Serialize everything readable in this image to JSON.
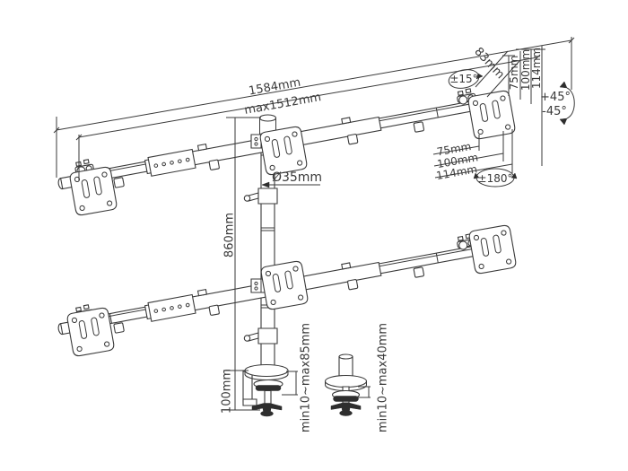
{
  "colors": {
    "line": "#3a3a3a",
    "background": "#ffffff",
    "knob": "#2e2e2e"
  },
  "dimensions": {
    "total_width": "1584mm",
    "max_extended_width": "max1512mm",
    "end_offset": "83mm",
    "vesa_vertical_75": "75mm",
    "vesa_vertical_100": "100mm",
    "vesa_vertical_114": "114mm",
    "vesa_horizontal_75": "75mm",
    "vesa_horizontal_100": "100mm",
    "vesa_horizontal_114": "114mm",
    "pole_diameter": "Ø35mm",
    "pole_height": "860mm",
    "clamp_height": "100mm",
    "clamp_desk_thickness": "min10~max85mm",
    "grommet_desk_thickness": "min10~max40mm"
  },
  "angles": {
    "tilt_range": "±15°",
    "rotation_positive": "+45°",
    "rotation_negative": "-45°",
    "swivel_range": "±180°"
  }
}
